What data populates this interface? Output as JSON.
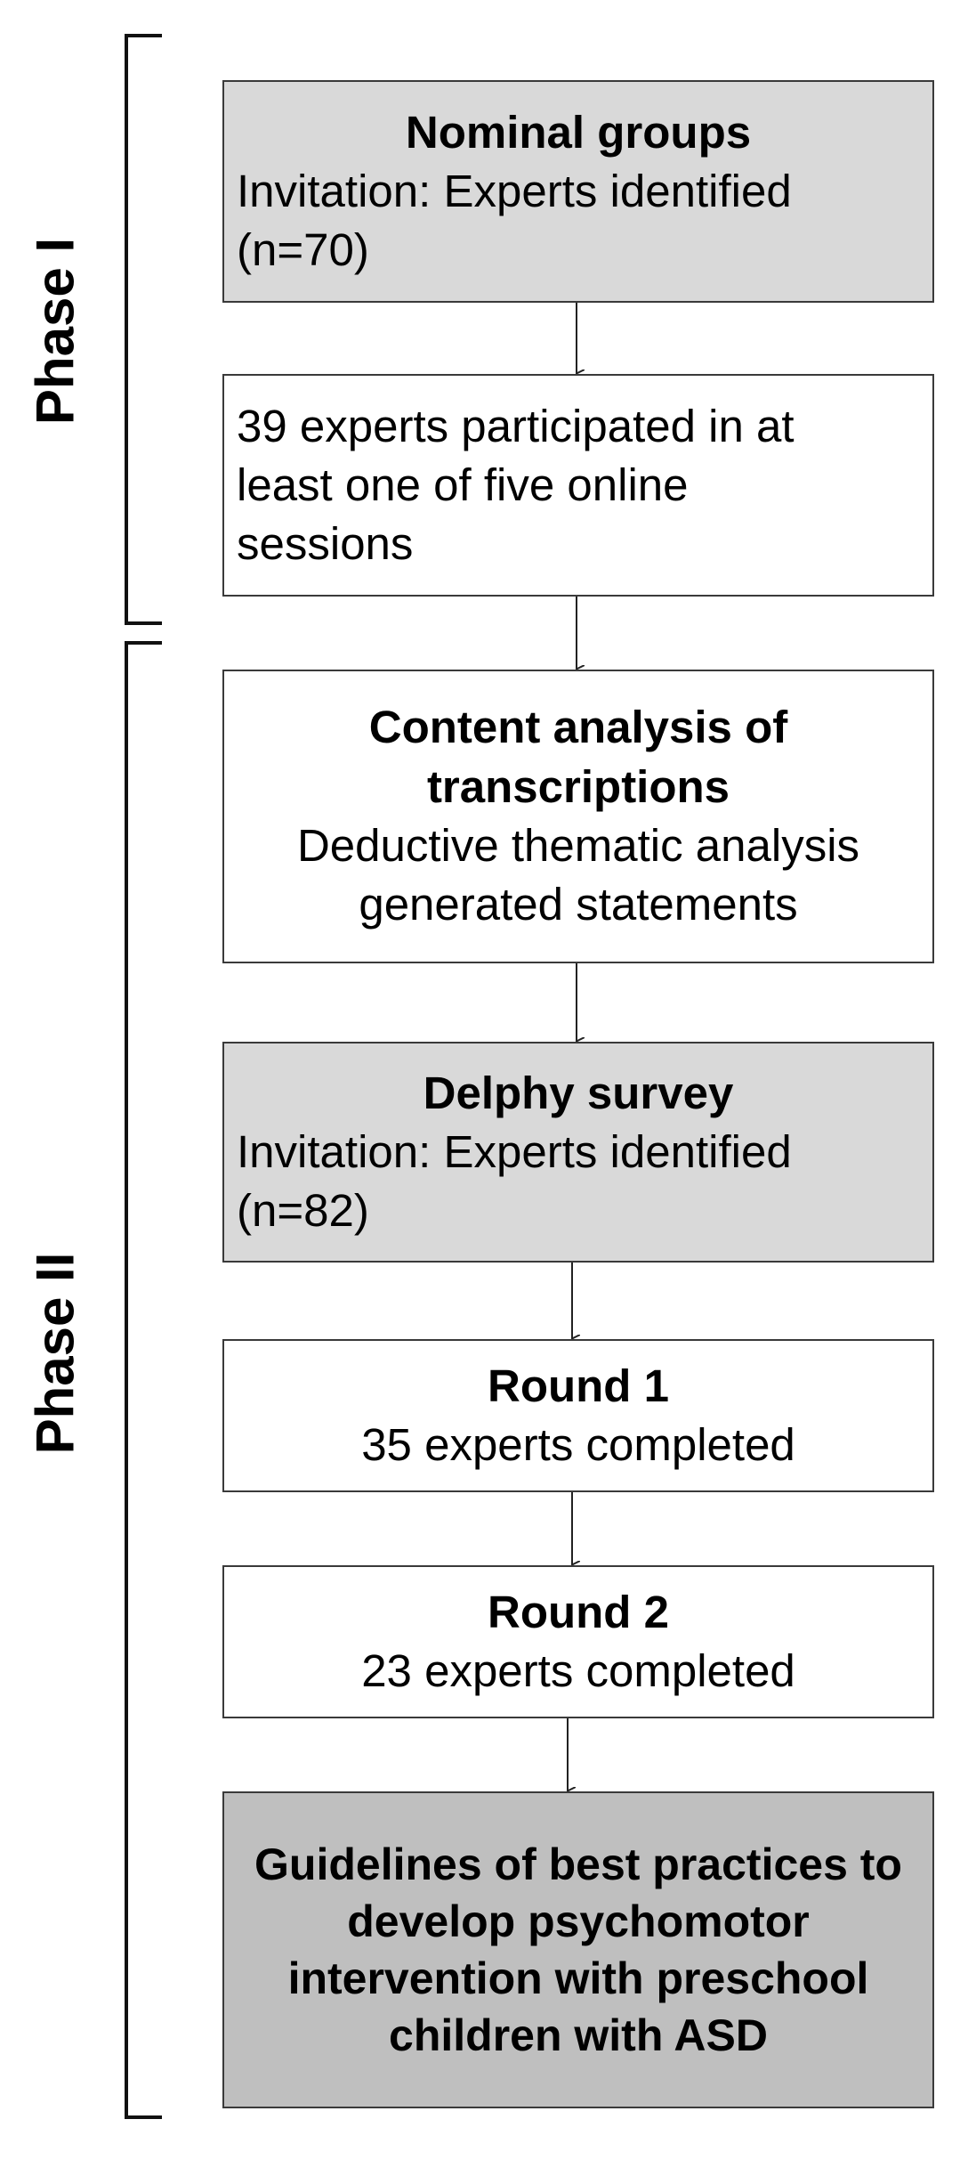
{
  "phases": [
    {
      "label": "Phase I"
    },
    {
      "label": "Phase II"
    }
  ],
  "boxes": [
    {
      "title": "Nominal groups",
      "lines": [
        "Invitation: Experts identified",
        "(n=70)"
      ],
      "fill": "#d9d9d9"
    },
    {
      "title": "",
      "lines": [
        "39 experts participated in at",
        "least one of five online",
        "sessions"
      ],
      "fill": "#ffffff"
    },
    {
      "title": "Content analysis of transcriptions",
      "lines": [
        "Deductive thematic analysis",
        "generated statements"
      ],
      "fill": "#ffffff"
    },
    {
      "title": "Delphy survey",
      "lines": [
        "Invitation: Experts identified",
        "(n=82)"
      ],
      "fill": "#d9d9d9"
    },
    {
      "title": "Round 1",
      "lines": [
        "35 experts completed"
      ],
      "fill": "#ffffff"
    },
    {
      "title": "Round 2",
      "lines": [
        "23 experts completed"
      ],
      "fill": "#ffffff"
    },
    {
      "title": "Guidelines of best practices to develop psychomotor intervention with preschool children with ASD",
      "lines": [],
      "fill": "#bfbfbf"
    }
  ]
}
